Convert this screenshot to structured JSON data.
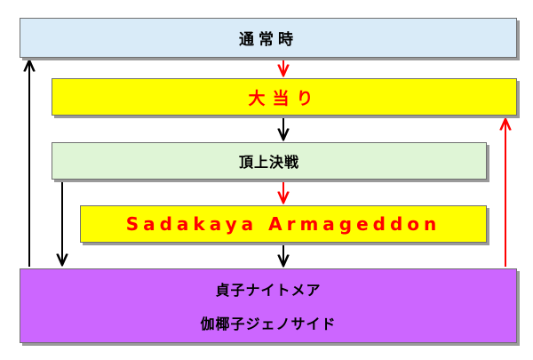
{
  "boxes": {
    "normal": "通常時",
    "big_hit": "大当り",
    "summit_battle": "頂上決戦",
    "sadakaya": "Sadakaya Armageddon",
    "final_line1": "貞子ナイトメア",
    "final_line2": "伽椰子ジェノサイド"
  },
  "colors": {
    "normal_bg": "#d9ebf8",
    "yellow_bg": "#ffff00",
    "green_bg": "#dff5d6",
    "purple_bg": "#cc66ff",
    "red_text": "#ff0000",
    "black_arrow": "#000000",
    "red_arrow": "#ff0000"
  }
}
